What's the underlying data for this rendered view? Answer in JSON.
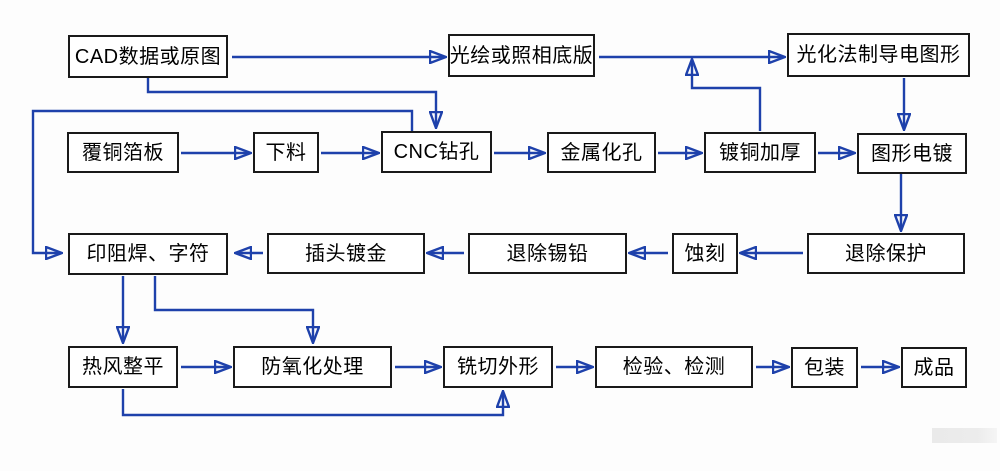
{
  "colors": {
    "arrow_blue": "#1e41ab",
    "box_border": "#1a1a1a",
    "box_fill": "#ffffff",
    "text": "#000000",
    "watermark": "#ececec",
    "background": "#fdfdfd"
  },
  "flowchart": {
    "type": "process-flow-diagram",
    "language": "zh-CN",
    "subject": "PCB manufacturing process",
    "nodes": {
      "cad": {
        "label": "CAD数据或原图"
      },
      "photo_film": {
        "label": "光绘或照相底版"
      },
      "photochemical": {
        "label": "光化法制导电图形"
      },
      "ccl": {
        "label": "覆铜箔板"
      },
      "blanking": {
        "label": "下料"
      },
      "cnc_drill": {
        "label": "CNC钻孔"
      },
      "hole_metallization": {
        "label": "金属化孔"
      },
      "copper_thickening": {
        "label": "镀铜加厚"
      },
      "pattern_plating": {
        "label": "图形电镀"
      },
      "solder_mask": {
        "label": "印阻焊、字符"
      },
      "connector_gold": {
        "label": "插头镀金"
      },
      "tin_lead_strip": {
        "label": "退除锡铅"
      },
      "etching": {
        "label": "蚀刻"
      },
      "resist_strip": {
        "label": "退除保护"
      },
      "hasl": {
        "label": "热风整平"
      },
      "anti_oxidation": {
        "label": "防氧化处理"
      },
      "routing": {
        "label": "铣切外形"
      },
      "inspection": {
        "label": "检验、检测"
      },
      "packaging": {
        "label": "包装"
      },
      "finished": {
        "label": "成品"
      }
    },
    "edges": [
      {
        "from": "cad",
        "to": "photo_film"
      },
      {
        "from": "photo_film",
        "to": "photochemical"
      },
      {
        "from": "cad",
        "to": "cnc_drill"
      },
      {
        "from": "ccl",
        "to": "blanking"
      },
      {
        "from": "blanking",
        "to": "cnc_drill"
      },
      {
        "from": "cnc_drill",
        "to": "hole_metallization"
      },
      {
        "from": "hole_metallization",
        "to": "copper_thickening"
      },
      {
        "from": "copper_thickening",
        "to": "pattern_plating"
      },
      {
        "from": "copper_thickening",
        "to": "photochemical"
      },
      {
        "from": "photochemical",
        "to": "pattern_plating"
      },
      {
        "from": "pattern_plating",
        "to": "resist_strip"
      },
      {
        "from": "resist_strip",
        "to": "etching"
      },
      {
        "from": "etching",
        "to": "tin_lead_strip"
      },
      {
        "from": "tin_lead_strip",
        "to": "connector_gold"
      },
      {
        "from": "connector_gold",
        "to": "solder_mask"
      },
      {
        "from": "cnc_drill",
        "to": "solder_mask"
      },
      {
        "from": "solder_mask",
        "to": "hasl"
      },
      {
        "from": "solder_mask",
        "to": "anti_oxidation"
      },
      {
        "from": "hasl",
        "to": "anti_oxidation"
      },
      {
        "from": "anti_oxidation",
        "to": "routing"
      },
      {
        "from": "hasl",
        "to": "routing"
      },
      {
        "from": "routing",
        "to": "inspection"
      },
      {
        "from": "inspection",
        "to": "packaging"
      },
      {
        "from": "packaging",
        "to": "finished"
      }
    ]
  }
}
